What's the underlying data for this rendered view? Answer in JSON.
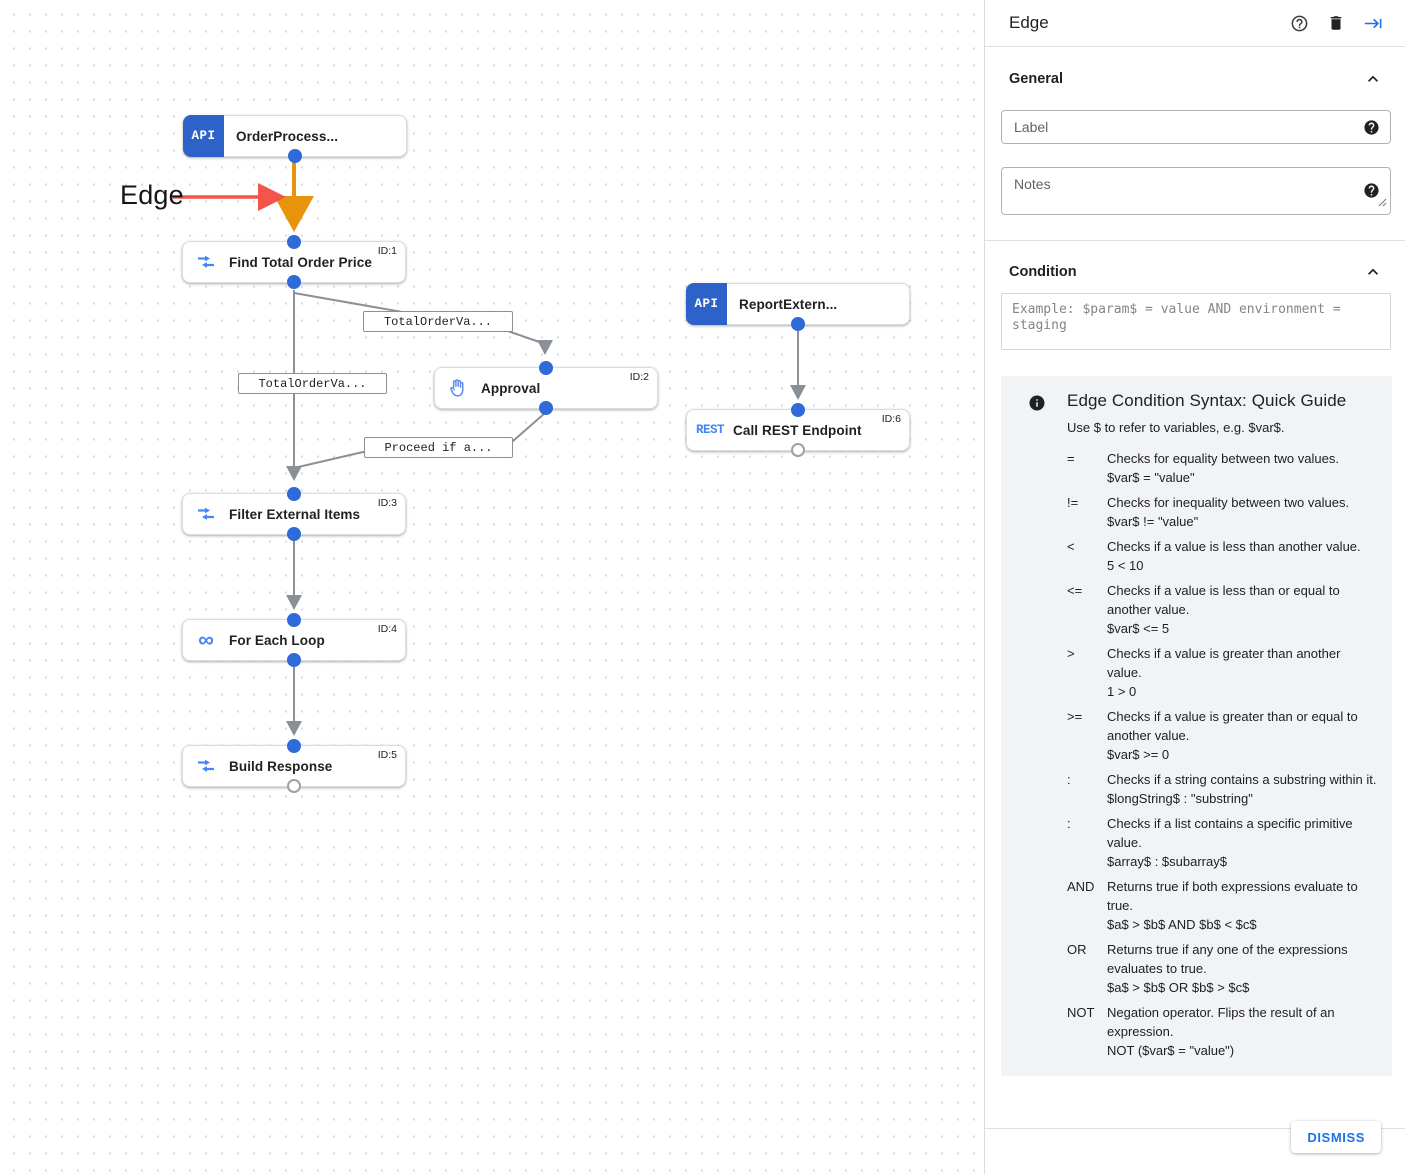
{
  "colors": {
    "accent_blue": "#1a73e8",
    "node_badge_blue": "#2d63c8",
    "icon_blue": "#4285f4",
    "connector_blue": "#2e6bd8",
    "edge_orange": "#e8930c",
    "annotation_red": "#f4554a",
    "edge_gray": "#8a9096",
    "guide_bg": "#f1f3f4"
  },
  "canvas": {
    "annotation": {
      "label": "Edge"
    },
    "nodes": [
      {
        "title": "OrderProcess...",
        "badge": "API",
        "id_label": "",
        "icon": "api-trigger-icon"
      },
      {
        "title": "Find Total Order Price",
        "badge": "",
        "id_label": "ID:1",
        "icon": "data-mapping-icon"
      },
      {
        "title": "ReportExtern...",
        "badge": "API",
        "id_label": "",
        "icon": "api-trigger-icon"
      },
      {
        "title": "Approval",
        "badge": "",
        "id_label": "ID:2",
        "icon": "hand-approval-icon"
      },
      {
        "title": "Call REST Endpoint",
        "badge": "REST",
        "id_label": "ID:6",
        "icon": "rest-icon"
      },
      {
        "title": "Filter External Items",
        "badge": "",
        "id_label": "ID:3",
        "icon": "data-mapping-icon"
      },
      {
        "title": "For Each Loop",
        "badge": "",
        "id_label": "ID:4",
        "icon": "loop-icon"
      },
      {
        "title": "Build Response",
        "badge": "",
        "id_label": "ID:5",
        "icon": "data-mapping-icon"
      }
    ],
    "edge_labels": [
      "TotalOrderVa...",
      "TotalOrderVa...",
      "Proceed if a..."
    ]
  },
  "panel": {
    "title": "Edge",
    "general_section": "General",
    "condition_section": "Condition",
    "fields": {
      "label_placeholder": "Label",
      "notes_placeholder": "Notes",
      "condition_placeholder": "Example: $param$ = value AND environment = staging"
    },
    "guide": {
      "title": "Edge Condition Syntax: Quick Guide",
      "intro": "Use $ to refer to variables, e.g. $var$.",
      "rows": [
        {
          "op": "=",
          "desc": "Checks for equality between two values.",
          "example": "$var$ = \"value\""
        },
        {
          "op": "!=",
          "desc": "Checks for inequality between two values.",
          "example": "$var$ != \"value\""
        },
        {
          "op": "<",
          "desc": "Checks if a value is less than another value.",
          "example": "5 < 10"
        },
        {
          "op": "<=",
          "desc": "Checks if a value is less than or equal to another value.",
          "example": "$var$ <= 5"
        },
        {
          "op": ">",
          "desc": "Checks if a value is greater than another value.",
          "example": "1 > 0"
        },
        {
          "op": ">=",
          "desc": "Checks if a value is greater than or equal to another value.",
          "example": "$var$ >= 0"
        },
        {
          "op": ":",
          "desc": "Checks if a string contains a substring within it.",
          "example": "$longString$ : \"substring\""
        },
        {
          "op": ":",
          "desc": "Checks if a list contains a specific primitive value.",
          "example": "$array$ : $subarray$"
        },
        {
          "op": "AND",
          "desc": "Returns true if both expressions evaluate to true.",
          "example": "$a$ > $b$ AND $b$ < $c$"
        },
        {
          "op": "OR",
          "desc": "Returns true if any one of the expressions evaluates to true.",
          "example": "$a$ > $b$ OR $b$ > $c$"
        },
        {
          "op": "NOT",
          "desc": "Negation operator. Flips the result of an expression.",
          "example": "NOT ($var$ = \"value\")"
        }
      ]
    },
    "dismiss_label": "DISMISS"
  }
}
